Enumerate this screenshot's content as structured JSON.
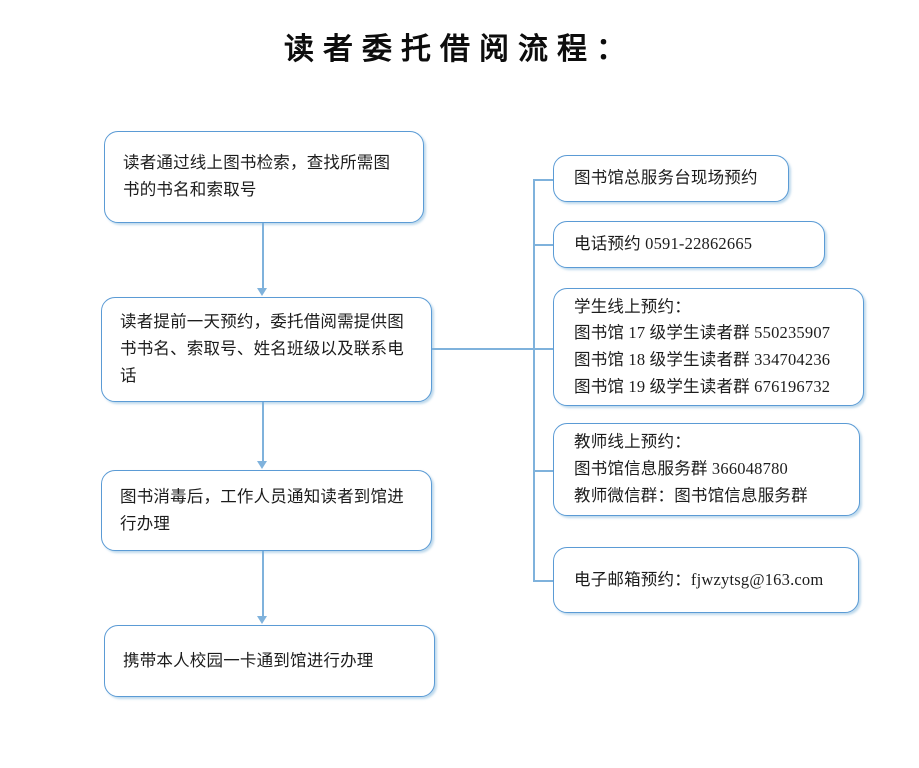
{
  "title": "读者委托借阅流程：",
  "colors": {
    "box_border": "#5B9BD5",
    "connector": "#7FB2DC",
    "box_fill": "#FFFFFF",
    "text": "#1C1C1C",
    "shadow": "#89BADC"
  },
  "flow": {
    "steps": [
      {
        "id": "step-1",
        "text": "读者通过线上图书检索，查找所需图\n书的书名和索取号"
      },
      {
        "id": "step-2",
        "text": "读者提前一天预约，委托借阅需提供图\n书书名、索取号、姓名班级以及联系电\n话"
      },
      {
        "id": "step-3",
        "text": "图书消毒后，工作人员通知读者到馆进\n行办理"
      },
      {
        "id": "step-4",
        "text": "携带本人校园一卡通到馆进行办理"
      }
    ]
  },
  "reservation_channels": {
    "items": [
      {
        "id": "channel-onsite",
        "text": "图书馆总服务台现场预约"
      },
      {
        "id": "channel-phone",
        "text": "电话预约 0591-22862665"
      },
      {
        "id": "channel-student-online",
        "text": "学生线上预约：\n图书馆 17 级学生读者群 550235907\n图书馆 18 级学生读者群 334704236\n图书馆 19 级学生读者群 676196732"
      },
      {
        "id": "channel-teacher-online",
        "text": "教师线上预约：\n图书馆信息服务群 366048780\n教师微信群：图书馆信息服务群"
      },
      {
        "id": "channel-email",
        "text": "电子邮箱预约：fjwzytsg@163.com"
      }
    ]
  }
}
